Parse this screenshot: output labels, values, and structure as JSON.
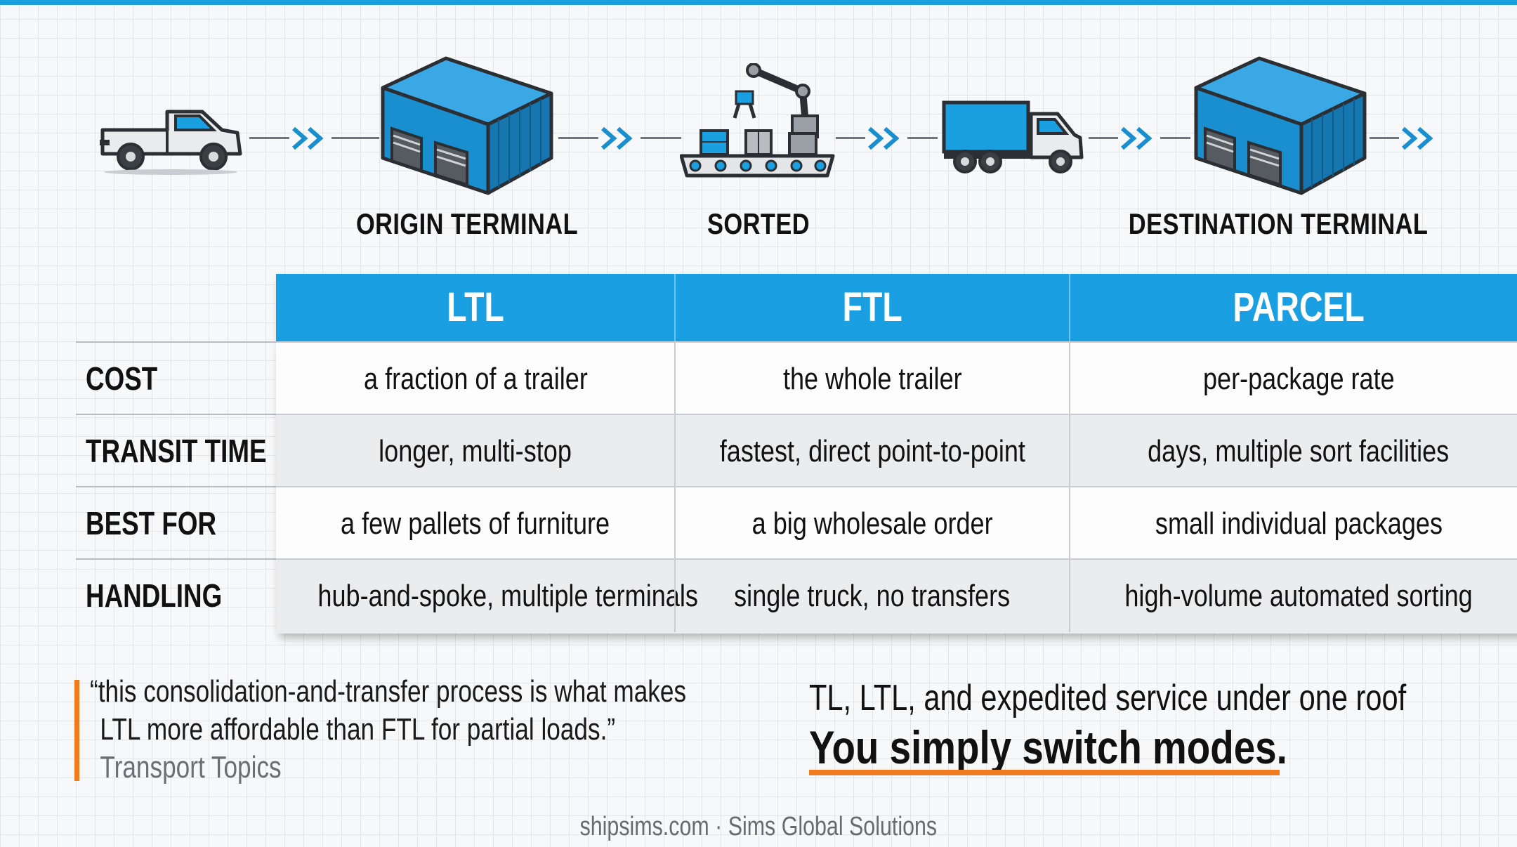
{
  "colors": {
    "accent_blue": "#1aa0e2",
    "accent_orange": "#f07a1e",
    "text_dark": "#111111"
  },
  "flow": {
    "icons": [
      "pickup-truck-icon",
      "warehouse-icon",
      "sorting-robot-icon",
      "box-truck-icon",
      "warehouse-icon"
    ],
    "labels": {
      "origin": "ORIGIN TERMINAL",
      "sorted": "SORTED",
      "destination": "DESTINATION TERMINAL"
    }
  },
  "table": {
    "columns": [
      "LTL",
      "FTL",
      "PARCEL"
    ],
    "rows": [
      {
        "label": "COST",
        "cells": [
          "a fraction of a trailer",
          "the whole trailer",
          "per-package rate"
        ]
      },
      {
        "label": "TRANSIT TIME",
        "cells": [
          "longer, multi-stop",
          "fastest, direct point-to-point",
          "days, multiple sort facilities"
        ]
      },
      {
        "label": "BEST FOR",
        "cells": [
          "a few pallets of furniture",
          "a big wholesale order",
          "small individual packages"
        ]
      },
      {
        "label": "HANDLING",
        "cells": [
          "hub-and-spoke, multiple terminals",
          "single truck, no transfers",
          "high-volume automated sorting"
        ]
      }
    ]
  },
  "quote": {
    "line1": "“this consolidation-and-transfer process is what makes",
    "line2": "LTL more affordable than FTL for partial loads.”",
    "source": "Transport Topics"
  },
  "pitch": {
    "line": "TL, LTL, and expedited service under one roof",
    "strong": "You simply switch modes."
  },
  "footer": "shipsims.com · Sims Global Solutions"
}
